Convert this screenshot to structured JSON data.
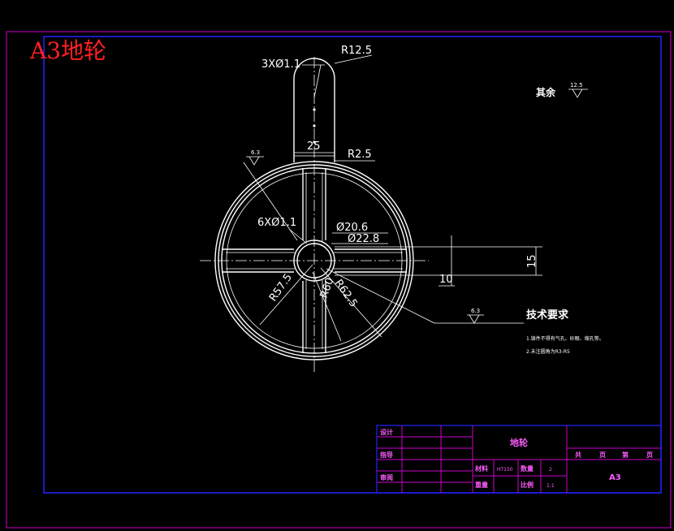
{
  "drawing": {
    "title_label": "A3地轮",
    "dims": {
      "holes_top": "3XØ1.1",
      "r_top": "R12.5",
      "width_25": "25",
      "r_2_5": "R2.5",
      "holes_side": "6XØ1.1",
      "d_20_6": "Ø20.6",
      "d_22_8": "Ø22.8",
      "r_57_5": "R57.5",
      "r_62_5": "R62.5",
      "r_60": "R60",
      "dim_15": "15",
      "dim_10": "10"
    },
    "roughness": {
      "rest_label": "其余",
      "rest_value": "12.5",
      "left_value": "6.3",
      "right_value": "6.3"
    },
    "tech_req": {
      "heading": "技术要求",
      "line1": "1.铸件不得有气孔、砂眼、缩孔等。",
      "line2": "2.未注圆角为R3-R5"
    },
    "title_block": {
      "design": "设计",
      "check": "指导",
      "review": "审阅",
      "part_name": "地轮",
      "material_label": "材料",
      "material_value": "HT150",
      "quantity_label": "数量",
      "quantity_value": "2",
      "weight_label": "重量",
      "scale_label": "比例",
      "scale_value": "1:1",
      "total": "共",
      "page_unit": "页",
      "sheet": "第",
      "page_unit2": "页",
      "format": "A3"
    }
  }
}
